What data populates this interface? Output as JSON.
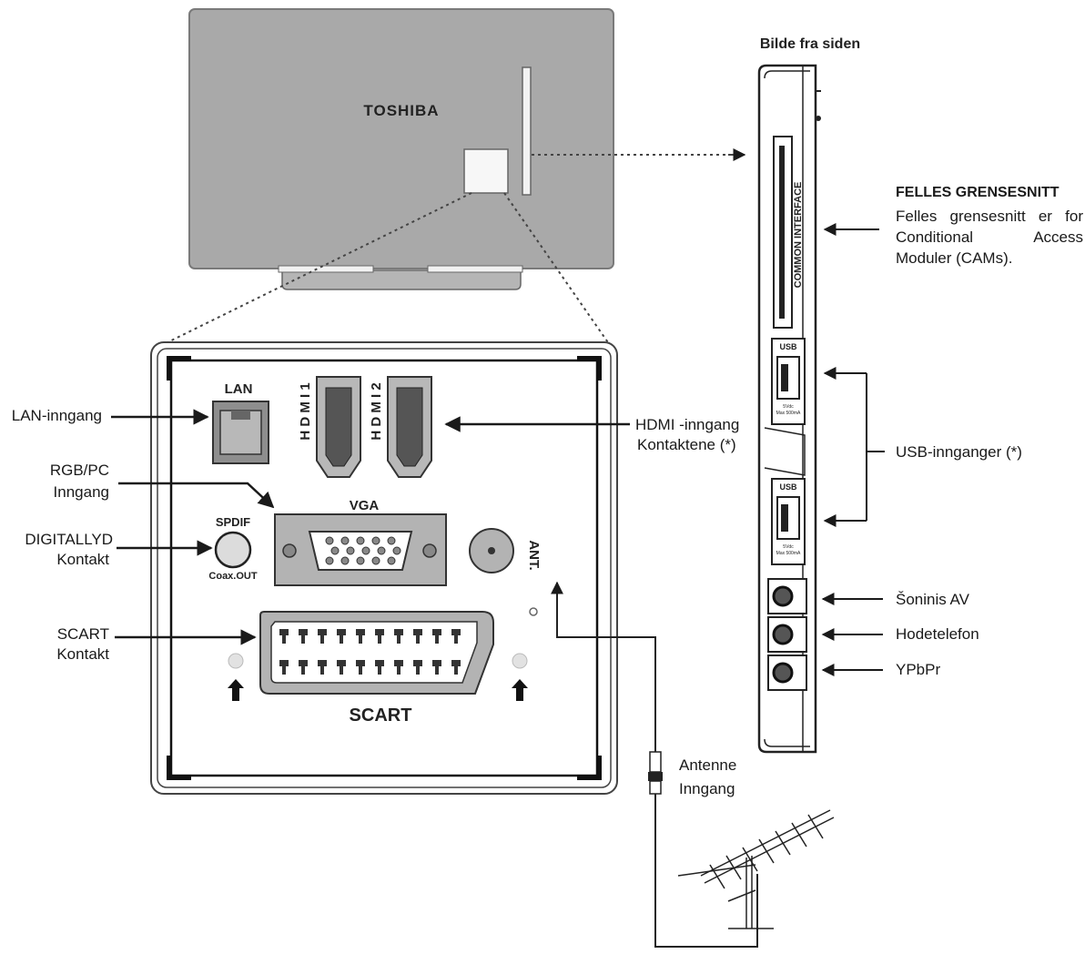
{
  "tv": {
    "brand": "TOSHIBA"
  },
  "side_view": {
    "title": "Bilde fra siden",
    "ci_slot_text": "COMMON INTERFACE",
    "usb_port_label": "USB",
    "usb_rating_1": "5Vdc",
    "usb_rating_2": "Max 500mA"
  },
  "panel": {
    "lan": "LAN",
    "hdmi1": "H D M I 1",
    "hdmi2": "H D M I 2",
    "vga": "VGA",
    "spdif": "SPDIF",
    "coax": "Coax.OUT",
    "ant": "ANT.",
    "scart": "SCART"
  },
  "callouts": {
    "lan_input": "LAN-inngang",
    "rgb_pc_1": "RGB/PC",
    "rgb_pc_2": "Inngang",
    "digital_1": "DIGITALLYD",
    "digital_2": "Kontakt",
    "scart_1": "SCART",
    "scart_2": "Kontakt",
    "hdmi_1": "HDMI -inngang",
    "hdmi_2": "Kontaktene (*)",
    "antenna_1": "Antenne",
    "antenna_2": "Inngang",
    "ci_title": "FELLES GRENSESNITT",
    "ci_desc": "Felles grensesnitt er for Conditional Access Moduler (CAMs).",
    "usb_inputs": "USB-innganger (*)",
    "side_av": "Šoninis AV",
    "headphone": "Hodetelefon",
    "ypbpr": "YPbPr"
  },
  "colors": {
    "tv_body": "#a9a9a9",
    "panel_port": "#b3b3b3",
    "line": "#1a1a1a"
  }
}
